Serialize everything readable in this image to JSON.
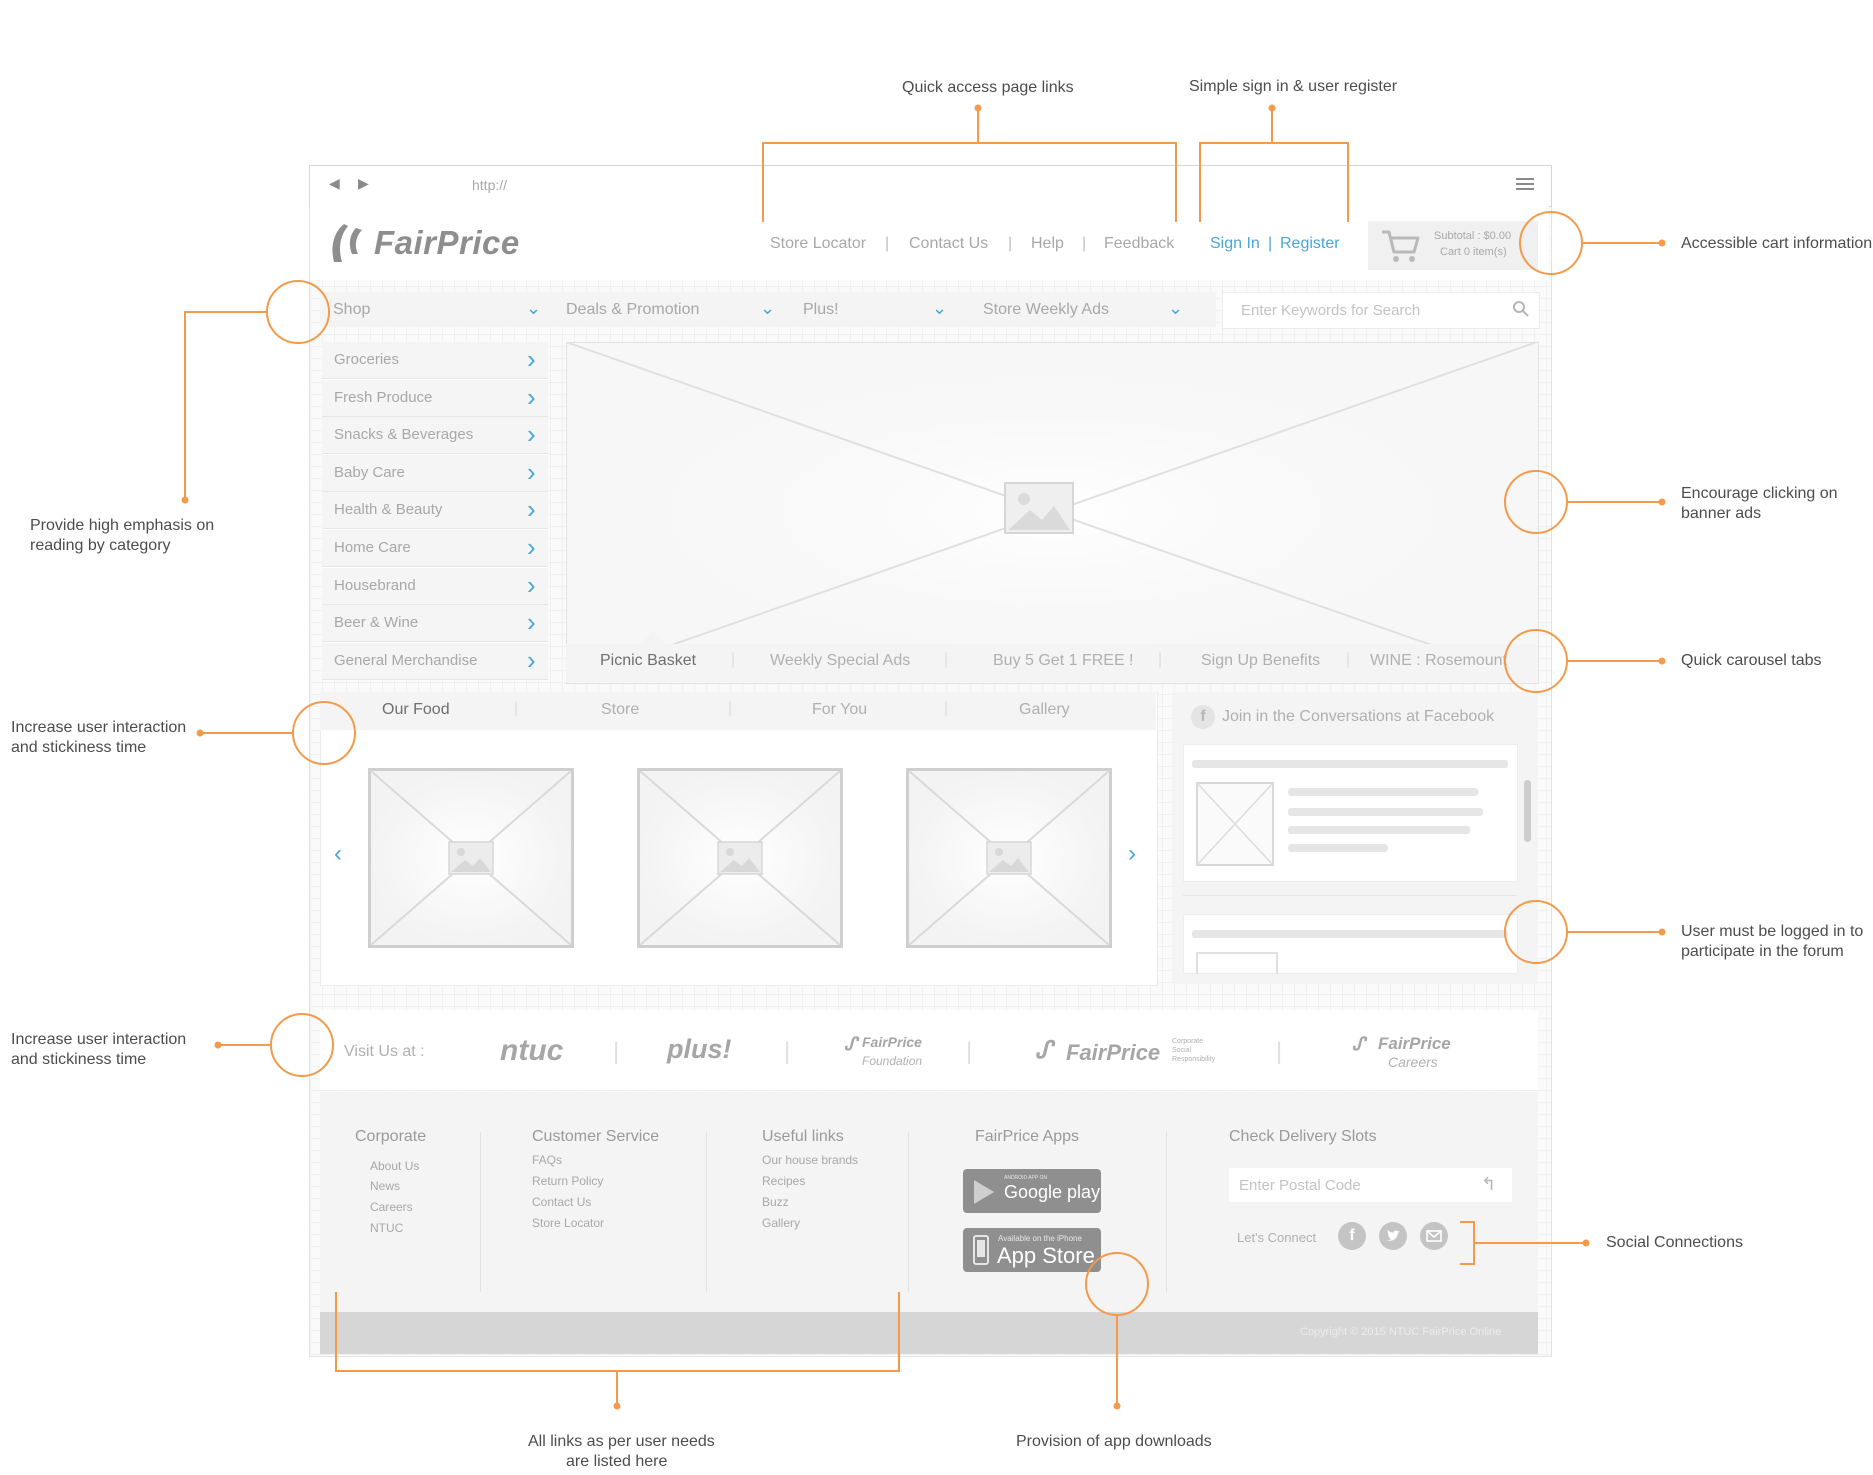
{
  "browser": {
    "url": "http://"
  },
  "header": {
    "logo": "FairPrice",
    "links": [
      "Store Locator",
      "Contact Us",
      "Help",
      "Feedback"
    ],
    "sign_in": "Sign In",
    "register": "Register",
    "cart_subtotal": "Subtotal : $0.00",
    "cart_items": "Cart 0 item(s)"
  },
  "nav": {
    "menus": [
      "Shop",
      "Deals & Promotion",
      "Plus!",
      "Store Weekly Ads"
    ],
    "search_placeholder": "Enter Keywords for Search"
  },
  "categories": [
    "Groceries",
    "Fresh Produce",
    "Snacks & Beverages",
    "Baby Care",
    "Health & Beauty",
    "Home Care",
    "Housebrand",
    "Beer & Wine",
    "General Merchandise"
  ],
  "carousel_tabs": [
    "Picnic Basket",
    "Weekly Special Ads",
    "Buy 5 Get 1 FREE !",
    "Sign Up Benefits",
    "WINE : Rosemount"
  ],
  "content_tabs": [
    "Our Food",
    "Store",
    "For You",
    "Gallery"
  ],
  "facebook": {
    "title": "Join in the Conversations at Facebook"
  },
  "visit": {
    "label": "Visit Us at :",
    "brands": [
      "ntuc",
      "plus!",
      "FairPrice",
      "Foundation",
      "FairPrice",
      "Corporate",
      "Social",
      "Responsibility",
      "FairPrice",
      "Careers"
    ]
  },
  "footer": {
    "corporate": {
      "title": "Corporate",
      "links": [
        "About Us",
        "News",
        "Careers",
        "NTUC"
      ]
    },
    "customer": {
      "title": "Customer Service",
      "links": [
        "FAQs",
        "Return Policy",
        "Contact Us",
        "Store Locator"
      ]
    },
    "useful": {
      "title": "Useful links",
      "links": [
        "Our house brands",
        "Recipes",
        "Buzz",
        "Gallery"
      ]
    },
    "apps": {
      "title": "FairPrice Apps",
      "google_small": "ANDROID APP ON",
      "google": "Google play",
      "apple_small": "Available on the iPhone",
      "apple": "App Store"
    },
    "delivery": {
      "title": "Check Delivery Slots",
      "postal_placeholder": "Enter Postal Code",
      "connect": "Let's Connect"
    },
    "copyright": "Copyright © 2015 NTUC FairPrice Online"
  },
  "annotations": {
    "quick_access": "Quick access page links",
    "sign_in": "Simple sign in & user register",
    "cart": "Accessible cart information",
    "category_1": "Provide high emphasis on",
    "category_2": "reading by category",
    "banner_1": "Encourage clicking on",
    "banner_2": "banner ads",
    "carousel": "Quick carousel tabs",
    "interaction_1": "Increase user interaction",
    "interaction_2": "and stickiness time",
    "interaction2_1": "Increase user interaction",
    "interaction2_2": "and stickiness time",
    "forum_1": "User must be logged in to",
    "forum_2": "participate in the forum",
    "social": "Social Connections",
    "links_1": "All links as per user needs",
    "links_2": "are listed here",
    "apps": "Provision of app downloads"
  },
  "colors": {
    "accent": "#f39a4b",
    "link_blue": "#4aa6d9",
    "text_grey": "#9a9a9a",
    "panel": "#f3f4f3"
  }
}
